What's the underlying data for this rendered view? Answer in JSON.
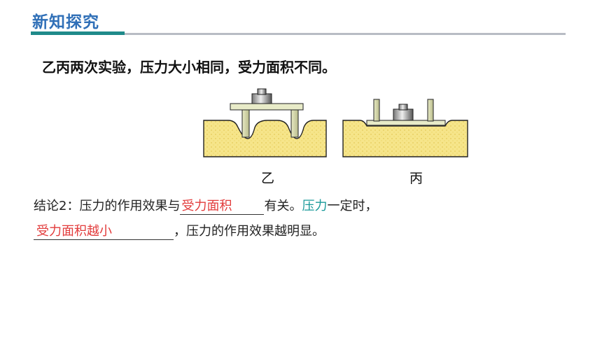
{
  "header": {
    "title": "新知探究"
  },
  "intro": "乙丙两次实验，压力大小相同，受力面积不同。",
  "figure": {
    "label_left": "乙",
    "label_right": "丙"
  },
  "conclusion": {
    "prefix": "结论2：压力的作用效果与",
    "answer1": "受力面积",
    "mid": "有关。",
    "emph": "压力",
    "after_emph": "一定时，",
    "answer2": "受力面积越小",
    "suffix": "，压力的作用效果越明显。"
  },
  "colors": {
    "title": "#2f6fb7",
    "answer": "#e23b3b",
    "emphasis": "#1a9a9a",
    "sponge": "#f6e58a"
  }
}
